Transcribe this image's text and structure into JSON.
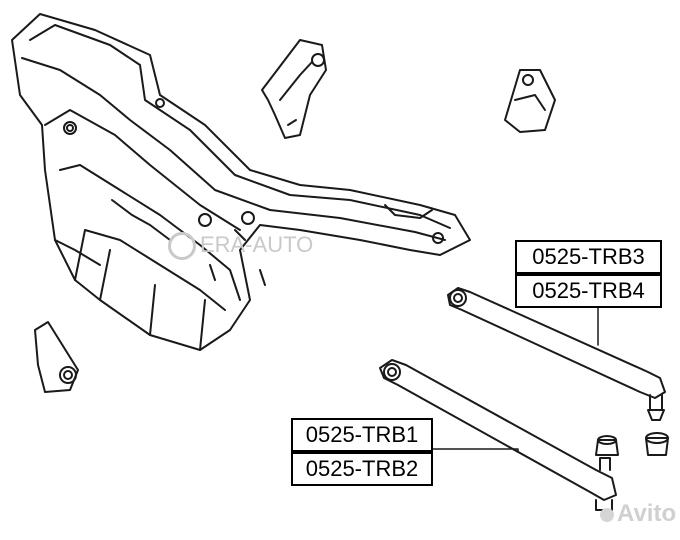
{
  "labels": {
    "trb3": "0525-TRB3",
    "trb4": "0525-TRB4",
    "trb1": "0525-TRB1",
    "trb2": "0525-TRB2"
  },
  "watermarks": {
    "brand": "ERA-AUTO",
    "marketplace": "Avito"
  },
  "colors": {
    "line": "#1a1a1a",
    "watermark": "#c9c9c9",
    "background": "#ffffff"
  }
}
